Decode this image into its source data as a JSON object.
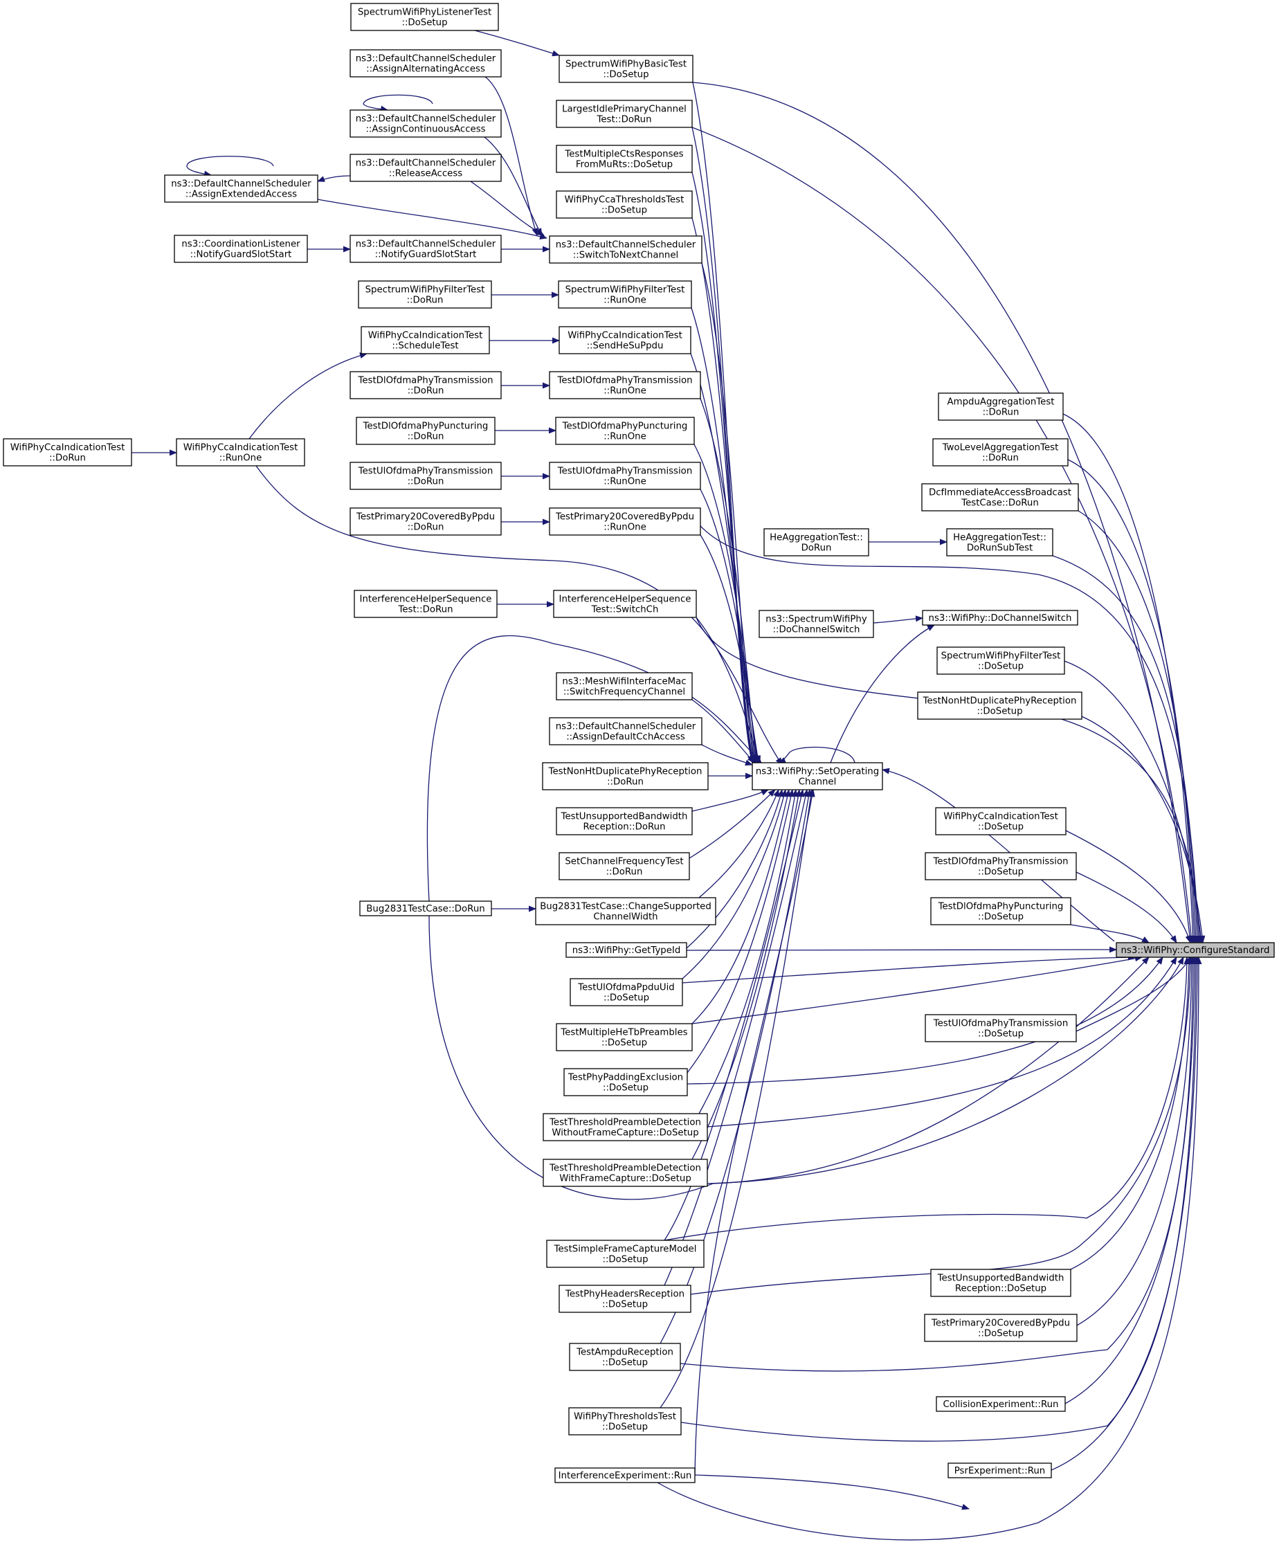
{
  "colors": {
    "edge": "#191970",
    "node_border": "#000000",
    "focus_fill": "#bfbfbf",
    "node_fill": "#ffffff"
  },
  "nodes": {
    "spListener": [
      "SpectrumWifiPhyListenerTest",
      "::DoSetup"
    ],
    "spBasicTest": [
      "SpectrumWifiPhyBasicTest",
      "::DoSetup"
    ],
    "dcsAlt": [
      "ns3::DefaultChannelScheduler",
      "::AssignAlternatingAccess"
    ],
    "largestIdle": [
      "LargestIdlePrimaryChannel",
      "Test::DoRun"
    ],
    "dcsCont": [
      "ns3::DefaultChannelScheduler",
      "::AssignContinuousAccess"
    ],
    "multiCts": [
      "TestMultipleCtsResponses",
      "FromMuRts::DoSetup"
    ],
    "dcsExt": [
      "ns3::DefaultChannelScheduler",
      "::AssignExtendedAccess"
    ],
    "dcsRel": [
      "ns3::DefaultChannelScheduler",
      "::ReleaseAccess"
    ],
    "ccaThrSetup": [
      "WifiPhyCcaThresholdsTest",
      "::DoSetup"
    ],
    "coordNotify": [
      "ns3::CoordinationListener",
      "::NotifyGuardSlotStart"
    ],
    "dcsNotify": [
      "ns3::DefaultChannelScheduler",
      "::NotifyGuardSlotStart"
    ],
    "dcsSwitch": [
      "ns3::DefaultChannelScheduler",
      "::SwitchToNextChannel"
    ],
    "filterDoRun": [
      "SpectrumWifiPhyFilterTest",
      "::DoRun"
    ],
    "filterRunOne": [
      "SpectrumWifiPhyFilterTest",
      "::RunOne"
    ],
    "ccaSched": [
      "WifiPhyCcaIndicationTest",
      "::ScheduleTest"
    ],
    "ccaSendHeSu": [
      "WifiPhyCcaIndicationTest",
      "::SendHeSuPpdu"
    ],
    "dlTxDoRun": [
      "TestDlOfdmaPhyTransmission",
      "::DoRun"
    ],
    "dlTxRunOne": [
      "TestDlOfdmaPhyTransmission",
      "::RunOne"
    ],
    "ampduAgg": [
      "AmpduAggregationTest",
      "::DoRun"
    ],
    "dlPuncDoRun": [
      "TestDlOfdmaPhyPuncturing",
      "::DoRun"
    ],
    "dlPuncRunOne": [
      "TestDlOfdmaPhyPuncturing",
      "::RunOne"
    ],
    "ccaDoRun": [
      "WifiPhyCcaIndicationTest",
      "::DoRun"
    ],
    "ccaRunOne": [
      "WifiPhyCcaIndicationTest",
      "::RunOne"
    ],
    "twoLevel": [
      "TwoLevelAggregationTest",
      "::DoRun"
    ],
    "ulTxDoRun": [
      "TestUlOfdmaPhyTransmission",
      "::DoRun"
    ],
    "ulTxRunOne": [
      "TestUlOfdmaPhyTransmission",
      "::RunOne"
    ],
    "dcfImm": [
      "DcfImmediateAccessBroadcast",
      "TestCase::DoRun"
    ],
    "p20DoRun": [
      "TestPrimary20CoveredByPpdu",
      "::DoRun"
    ],
    "p20RunOne": [
      "TestPrimary20CoveredByPpdu",
      "::RunOne"
    ],
    "heAggDoRun": [
      "HeAggregationTest::",
      "DoRun"
    ],
    "heAggSub": [
      "HeAggregationTest::",
      "DoRunSubTest"
    ],
    "ihsDoRun": [
      "InterferenceHelperSequence",
      "Test::DoRun"
    ],
    "ihsSwitch": [
      "InterferenceHelperSequence",
      "Test::SwitchCh"
    ],
    "spwDoCh": [
      "ns3::SpectrumWifiPhy",
      "::DoChannelSwitch"
    ],
    "wpDoCh": [
      "ns3::WifiPhy::DoChannelSwitch"
    ],
    "filterSetup": [
      "SpectrumWifiPhyFilterTest",
      "::DoSetup"
    ],
    "meshSwitch": [
      "ns3::MeshWifiInterfaceMac",
      "::SwitchFrequencyChannel"
    ],
    "nonHtSetup": [
      "TestNonHtDuplicatePhyReception",
      "::DoSetup"
    ],
    "dcsDefault": [
      "ns3::DefaultChannelScheduler",
      "::AssignDefaultCchAccess"
    ],
    "setOpCh": [
      "ns3::WifiPhy::SetOperating",
      "Channel"
    ],
    "nonHtDoRun": [
      "TestNonHtDuplicatePhyReception",
      "::DoRun"
    ],
    "unsupDoRun": [
      "TestUnsupportedBandwidth",
      "Reception::DoRun"
    ],
    "ccaSetup": [
      "WifiPhyCcaIndicationTest",
      "::DoSetup"
    ],
    "setChFreq": [
      "SetChannelFrequencyTest",
      "::DoRun"
    ],
    "dlTxSetup": [
      "TestDlOfdmaPhyTransmission",
      "::DoSetup"
    ],
    "bugDoRun": [
      "Bug2831TestCase::DoRun"
    ],
    "bugChange": [
      "Bug2831TestCase::ChangeSupported",
      "ChannelWidth"
    ],
    "dlPuncSetup": [
      "TestDlOfdmaPhyPuncturing",
      "::DoSetup"
    ],
    "getTypeId": [
      "ns3::WifiPhy::GetTypeId"
    ],
    "cfgStd": [
      "ns3::WifiPhy::ConfigureStandard"
    ],
    "ulPpduUid": [
      "TestUlOfdmaPpduUid",
      "::DoSetup"
    ],
    "ulTxSetup": [
      "TestUlOfdmaPhyTransmission",
      "::DoSetup"
    ],
    "multiHeTb": [
      "TestMultipleHeTbPreambles",
      "::DoSetup"
    ],
    "padding": [
      "TestPhyPaddingExclusion",
      "::DoSetup"
    ],
    "thrWithout": [
      "TestThresholdPreambleDetection",
      "WithoutFrameCapture::DoSetup"
    ],
    "thrWith": [
      "TestThresholdPreambleDetection",
      "WithFrameCapture::DoSetup"
    ],
    "simpleFc": [
      "TestSimpleFrameCaptureModel",
      "::DoSetup"
    ],
    "unsupSetup": [
      "TestUnsupportedBandwidth",
      "Reception::DoSetup"
    ],
    "phyHeaders": [
      "TestPhyHeadersReception",
      "::DoSetup"
    ],
    "p20Setup": [
      "TestPrimary20CoveredByPpdu",
      "::DoSetup"
    ],
    "ampduRx": [
      "TestAmpduReception",
      "::DoSetup"
    ],
    "collision": [
      "CollisionExperiment::Run"
    ],
    "thrTest": [
      "WifiPhyThresholdsTest",
      "::DoSetup"
    ],
    "interfExp": [
      "InterferenceExperiment::Run"
    ],
    "psrExp": [
      "PsrExperiment::Run"
    ]
  }
}
